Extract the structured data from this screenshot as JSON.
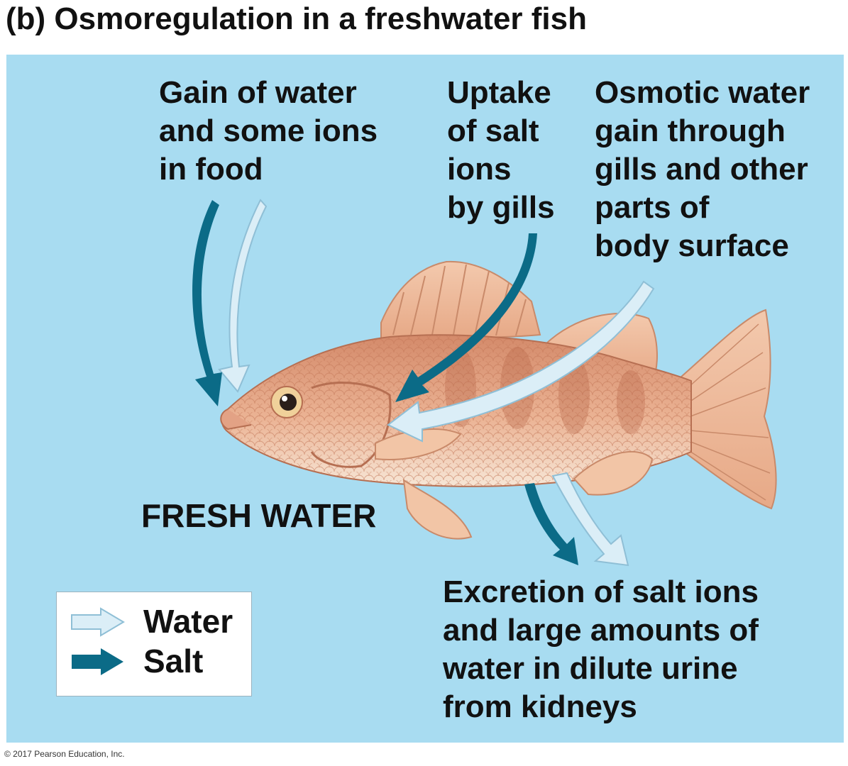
{
  "title": "(b) Osmoregulation in a freshwater fish",
  "labels": {
    "food": [
      "Gain of water",
      "and some ions",
      "in food"
    ],
    "gills": [
      "Uptake",
      "of salt",
      "ions",
      "by gills"
    ],
    "osmotic": [
      "Osmotic water",
      "gain through",
      "gills and other",
      "parts of",
      "body surface"
    ],
    "fresh_water": "FRESH WATER",
    "excretion": [
      "Excretion of salt ions",
      "and large amounts of",
      "water in dilute urine",
      "from kidneys"
    ]
  },
  "legend": {
    "water": "Water",
    "salt": "Salt"
  },
  "colors": {
    "water_arrow": "#dbeef7",
    "water_outline": "#8fbfd6",
    "salt_arrow": "#0b6b87",
    "background": "#a8dcf1"
  },
  "copyright": "© 2017 Pearson Education, Inc."
}
